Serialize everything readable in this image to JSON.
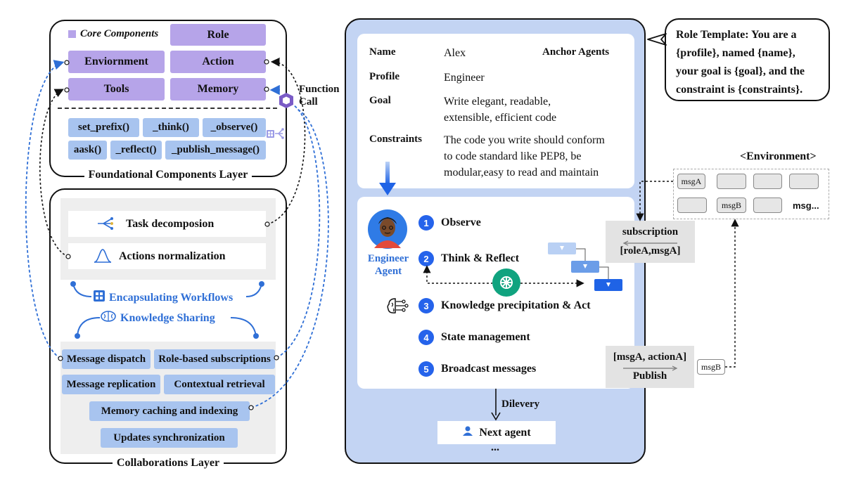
{
  "foundational": {
    "legend": "Core Components",
    "core": [
      "Role",
      "Enviornment",
      "Action",
      "Tools",
      "Memory"
    ],
    "functions": [
      "set_prefix()",
      "_think()",
      "_observe()",
      "aask()",
      "_reflect()",
      "_publish_message()"
    ],
    "title": "Foundational Components Layer"
  },
  "function_call": [
    "Function",
    "Call"
  ],
  "collab": {
    "items": [
      "Task decomposion",
      "Actions normalization"
    ],
    "encapsulating": "Encapsulating Workflows",
    "knowledge": "Knowledge Sharing",
    "functions": [
      "Message dispatch",
      "Role-based subscriptions",
      "Message replication",
      "Contextual retrieval",
      "Memory caching and indexing",
      "Updates synchronization"
    ],
    "title": "Collaborations Layer"
  },
  "profile": {
    "name_key": "Name",
    "name_val": "Alex",
    "anchor": "Anchor Agents",
    "profile_key": "Profile",
    "profile_val": "Engineer",
    "goal_key": "Goal",
    "goal_val": [
      "Write elegant, readable,",
      "extensible, efficient code"
    ],
    "constraints_key": "Constraints",
    "constraints_val": [
      "The code you write should conform",
      "to code standard like PEP8, be",
      "modular,easy to read and maintain"
    ]
  },
  "agent": {
    "label": [
      "Engineer",
      "Agent"
    ],
    "steps": [
      {
        "num": "1",
        "text": "Observe"
      },
      {
        "num": "2",
        "text": "Think & Reflect"
      },
      {
        "num": "3",
        "text": "Knowledge precipitation & Act"
      },
      {
        "num": "4",
        "text": "State management"
      },
      {
        "num": "5",
        "text": "Broadcast messages"
      }
    ]
  },
  "delivery": {
    "label": "Dilevery",
    "next": "Next agent",
    "ellipsis": "..."
  },
  "role_template": [
    "Role Template: You are a",
    "{profile}, named {name},",
    "your goal is {goal}, and the",
    "constraint is {constraints}."
  ],
  "environment": {
    "title": "<Environment>",
    "cells": [
      "msgA",
      "",
      "",
      "",
      "",
      "msgB",
      "",
      "msg..."
    ]
  },
  "subscription": {
    "title": "subscription",
    "value": "[roleA,msgA]"
  },
  "publish": {
    "value": "[msgA, actionA]",
    "title": "Publish",
    "tag": "msgB"
  },
  "colors": {
    "purple": "#b6a4e9",
    "blue_box": "#a8c4ef",
    "panel": "#c3d4f3",
    "accent": "#2563eb"
  }
}
